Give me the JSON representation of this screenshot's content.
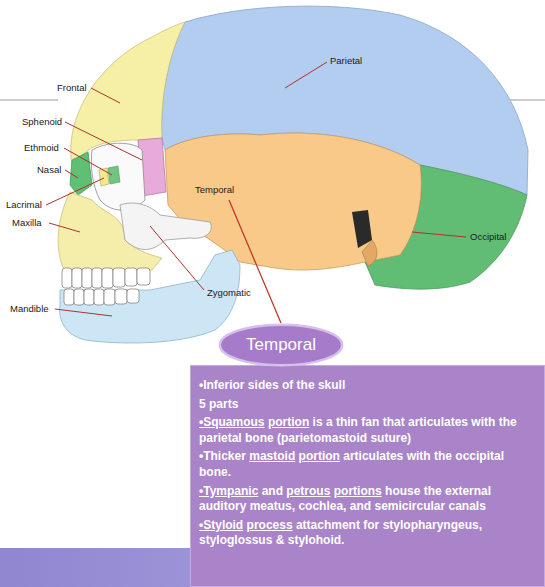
{
  "diagram": {
    "nodes": [
      {
        "text": [
          "Temporal"
        ]
      },
      {
        "text": [
          "•Inferior sides of the skull",
          "5 parts",
          "•Squamous portion is a thin fan that articulates with the parietal bone (parietomastoid suture)",
          "•Thicker mastoid portion articulates with the occipital bone.",
          "•Tympanic and petrous portions house the external auditory meatus, cochlea, and semicircular canals",
          "•Styloid process attachment for stylopharyngeus, styloglossus & stylohoid."
        ]
      }
    ],
    "labels": [
      "Parietal",
      "Frontal",
      "Sphenoid",
      "Ethmoid",
      "Nasal",
      "Lacrimal",
      "Maxilla",
      "Temporal",
      "Occipital",
      "Zygomatic",
      "Mandible"
    ]
  }
}
